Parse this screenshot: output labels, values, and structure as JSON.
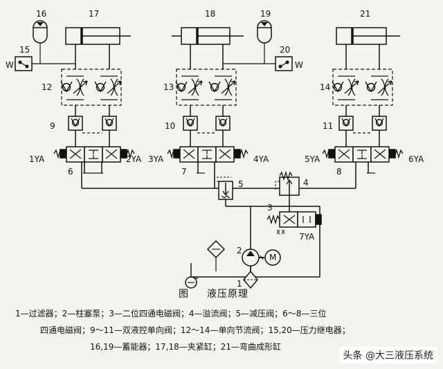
{
  "labels": {
    "n1": "1",
    "n2": "2",
    "n3": "3",
    "n4": "4",
    "n5": "5",
    "n6": "6",
    "n7": "7",
    "n8": "8",
    "n9": "9",
    "n10": "10",
    "n11": "11",
    "n12": "12",
    "n13": "13",
    "n14": "14",
    "n15": "15",
    "n16": "16",
    "n17": "17",
    "n18": "18",
    "n19": "19",
    "n20": "20",
    "n21": "21",
    "ya1": "1YA",
    "ya2": "2YA",
    "ya3": "3YA",
    "ya4": "4YA",
    "ya5": "5YA",
    "ya6": "6YA",
    "ya7": "7YA",
    "w": "W",
    "m": "M"
  },
  "caption": {
    "prefix": "图",
    "title": "液压原理"
  },
  "legend": [
    "1—过滤器；2—柱塞泵；3—二位四通电磁阀；4—溢流阀；5—减压阀；6～8—三位",
    "四通电磁阀；9～11—双液控单向阀；12～14—单向节流阀；15,20—压力继电器；",
    "16,19—蓄能器；17,18—夹紧缸；21—弯曲成形缸"
  ],
  "watermark": "头条 @大三液压系统"
}
